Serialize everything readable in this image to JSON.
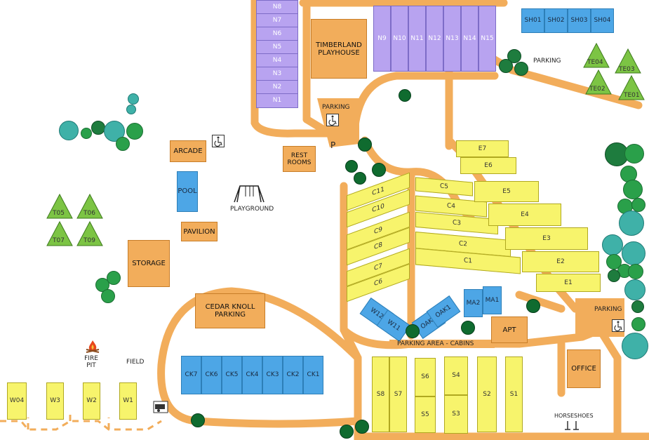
{
  "colors": {
    "road": "#f2ad5b",
    "building": "#f2ad5b",
    "rv_site_purple": "#b8a3f0",
    "site_blue": "#4da6e6",
    "site_yellow": "#f7f46c",
    "tent_green": "#7cc444",
    "tree_green": "#2aa04a",
    "tree_teal": "#3fb1a8"
  },
  "purple_sites": {
    "n_stack": [
      "N8",
      "N7",
      "N6",
      "N5",
      "N4",
      "N3",
      "N2",
      "N1"
    ],
    "n_row": [
      "N9",
      "N10",
      "N11",
      "N12",
      "N13",
      "N14",
      "N15"
    ]
  },
  "blue_sites": {
    "sh": [
      "SH01",
      "SH02",
      "SH03",
      "SH04"
    ],
    "ck": [
      "CK7",
      "CK6",
      "CK5",
      "CK4",
      "CK3",
      "CK2",
      "CK1"
    ],
    "w_cabins": [
      "W12",
      "W11"
    ],
    "oak": [
      "OAK2",
      "OAK1"
    ],
    "ma": [
      "MA2",
      "MA1"
    ]
  },
  "tents": {
    "te": [
      "TE04",
      "TE03",
      "TE02",
      "TE01"
    ],
    "t": [
      "T05",
      "T06",
      "T07",
      "T09"
    ]
  },
  "yellow_sites": {
    "c_left": [
      "C11",
      "C10",
      "C9",
      "C8",
      "C7",
      "C6"
    ],
    "c_right": [
      "C5",
      "C4",
      "C3",
      "C2",
      "C1"
    ],
    "e": [
      "E7",
      "E6",
      "E5",
      "E4",
      "E3",
      "E2",
      "E1"
    ],
    "s": [
      "S8",
      "S7",
      "S6",
      "S5",
      "S4",
      "S3",
      "S2",
      "S1"
    ],
    "w_bottom": [
      "W04",
      "W3",
      "W2",
      "W1"
    ]
  },
  "buildings": {
    "timberland": "TIMBERLAND PLAYHOUSE",
    "arcade": "ARCADE",
    "pool": "POOL",
    "pavilion": "PAVILION",
    "storage": "STORAGE",
    "restrooms": "REST ROOMS",
    "cedar_knoll": "CEDAR KNOLL PARKING",
    "apt": "APT",
    "office": "OFFICE"
  },
  "labels": {
    "parking": "PARKING",
    "p": "P",
    "playground": "PLAYGROUND",
    "parking_cabins": "PARKING AREA - CABINS",
    "fire_pit": "FIRE PIT",
    "field": "FIELD",
    "horseshoes": "HORSESHOES"
  },
  "icons": [
    "wheelchair-icon",
    "swing-set-icon",
    "campfire-icon",
    "rv-trailer-icon",
    "horseshoe-stakes-icon",
    "tree-icon",
    "tent-icon"
  ]
}
